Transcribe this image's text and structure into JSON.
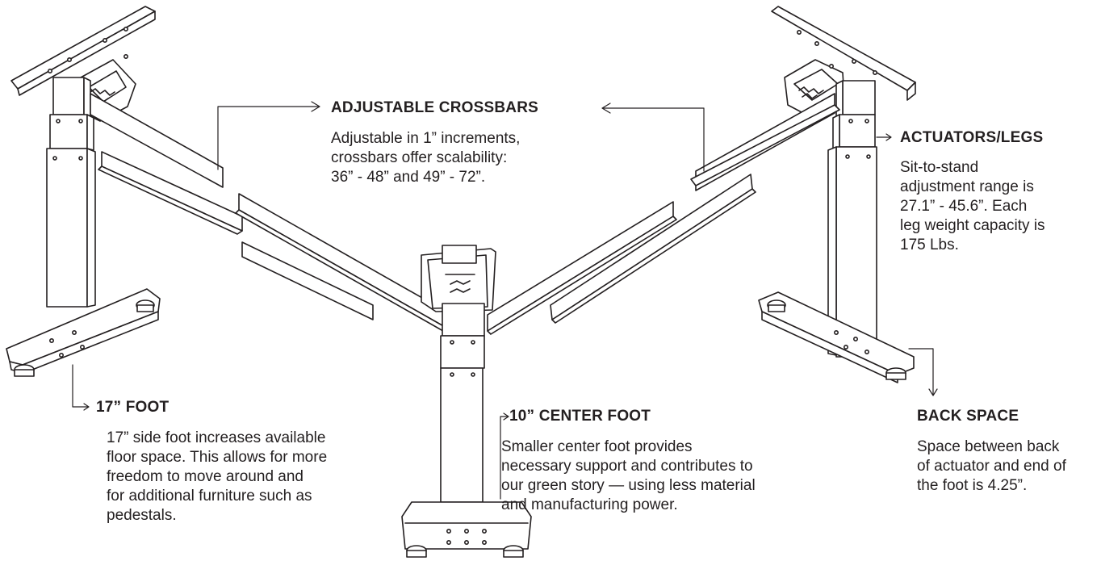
{
  "callouts": {
    "crossbars": {
      "title": "ADJUSTABLE CROSSBARS",
      "body": "Adjustable in 1” increments,\ncrossbars offer scalability:\n36” - 48” and 49” - 72”."
    },
    "actuators": {
      "title": "ACTUATORS/LEGS",
      "body": "Sit-to-stand\nadjustment range is\n27.1” - 45.6”. Each\nleg weight capacity is\n175 Lbs."
    },
    "foot17": {
      "title": "17” FOOT",
      "body": "17” side foot increases available\nfloor space. This allows for more\nfreedom to move around and\nfor additional furniture such as\npedestals."
    },
    "center_foot": {
      "title": "10” CENTER FOOT",
      "body": "Smaller center foot provides\nnecessary support and contributes to\nour green story — using less material\nand manufacturing power."
    },
    "back_space": {
      "title": "BACK SPACE",
      "body": "Space between back\nof actuator and end of\nthe foot is 4.25”."
    }
  }
}
